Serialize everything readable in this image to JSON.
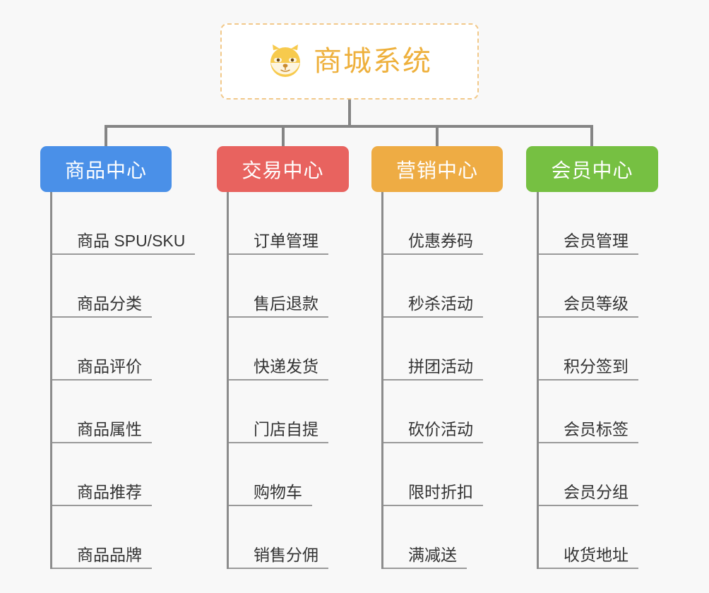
{
  "background_color": "#f8f8f8",
  "root": {
    "title": "商城系统",
    "icon": "dog-face-icon",
    "text_color": "#eeb03c",
    "border_color": "#f2c98a"
  },
  "connector_color": "#858585",
  "branches": [
    {
      "label": "商品中心",
      "color": "#4a90e8",
      "items": [
        "商品 SPU/SKU",
        "商品分类",
        "商品评价",
        "商品属性",
        "商品推荐",
        "商品品牌"
      ]
    },
    {
      "label": "交易中心",
      "color": "#e8635f",
      "items": [
        "订单管理",
        "售后退款",
        "快递发货",
        "门店自提",
        "购物车",
        "销售分佣"
      ]
    },
    {
      "label": "营销中心",
      "color": "#eeac44",
      "items": [
        "优惠券码",
        "秒杀活动",
        "拼团活动",
        "砍价活动",
        "限时折扣",
        "满减送"
      ]
    },
    {
      "label": "会员中心",
      "color": "#76c042",
      "items": [
        "会员管理",
        "会员等级",
        "积分签到",
        "会员标签",
        "会员分组",
        "收货地址"
      ]
    }
  ]
}
